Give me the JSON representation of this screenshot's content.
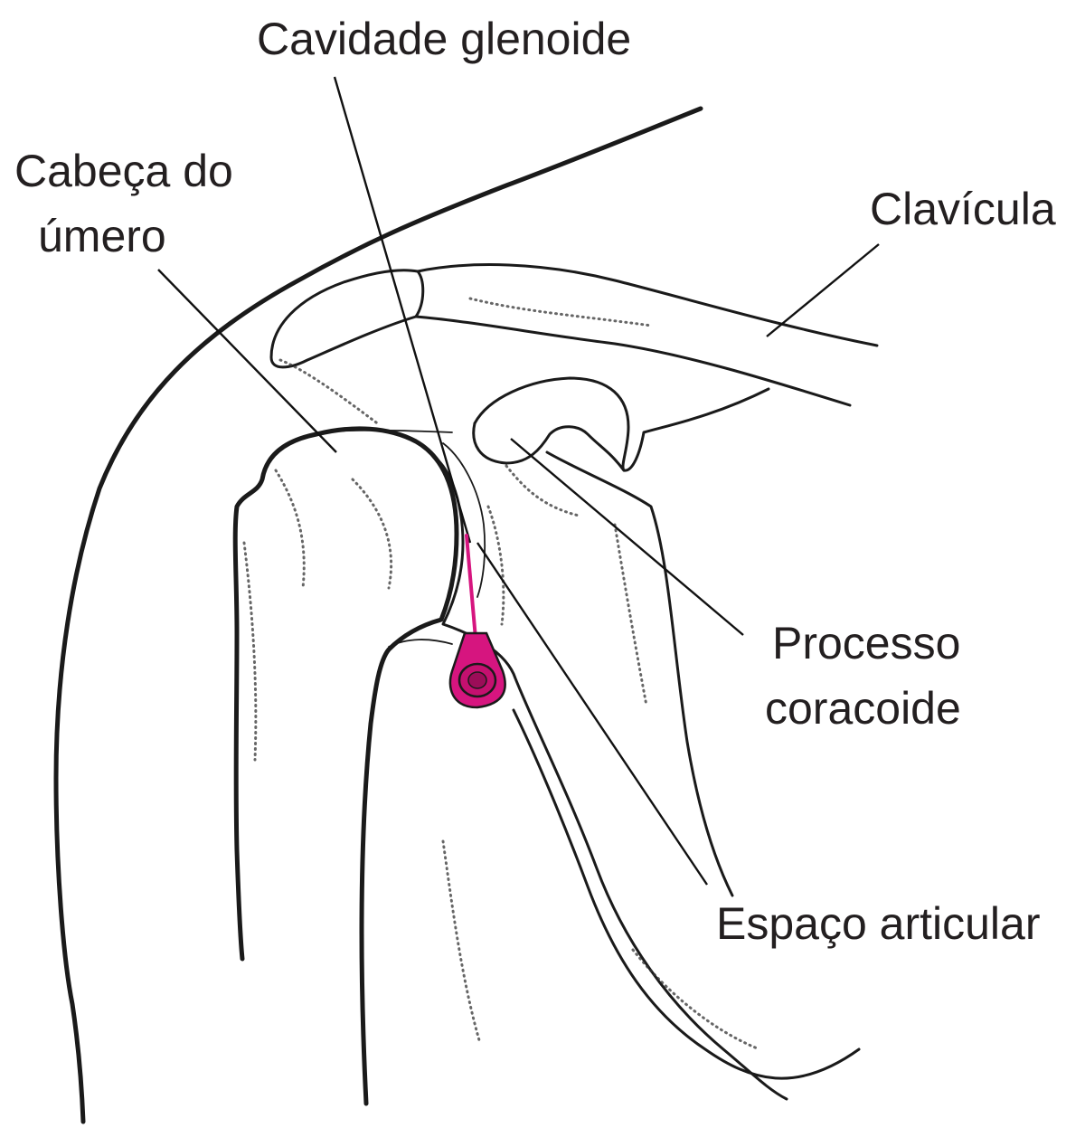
{
  "labels": {
    "glenoid": "Cavidade glenoide",
    "humeral_head_line1": "Cabeça do",
    "humeral_head_line2": "úmero",
    "clavicle": "Clavícula",
    "coracoid_line1": "Processo",
    "coracoid_line2": "coracoide",
    "joint_space": "Espaço articular"
  },
  "colors": {
    "needle": "#d6157f",
    "line": "#1a1a1a",
    "text": "#231f20"
  }
}
